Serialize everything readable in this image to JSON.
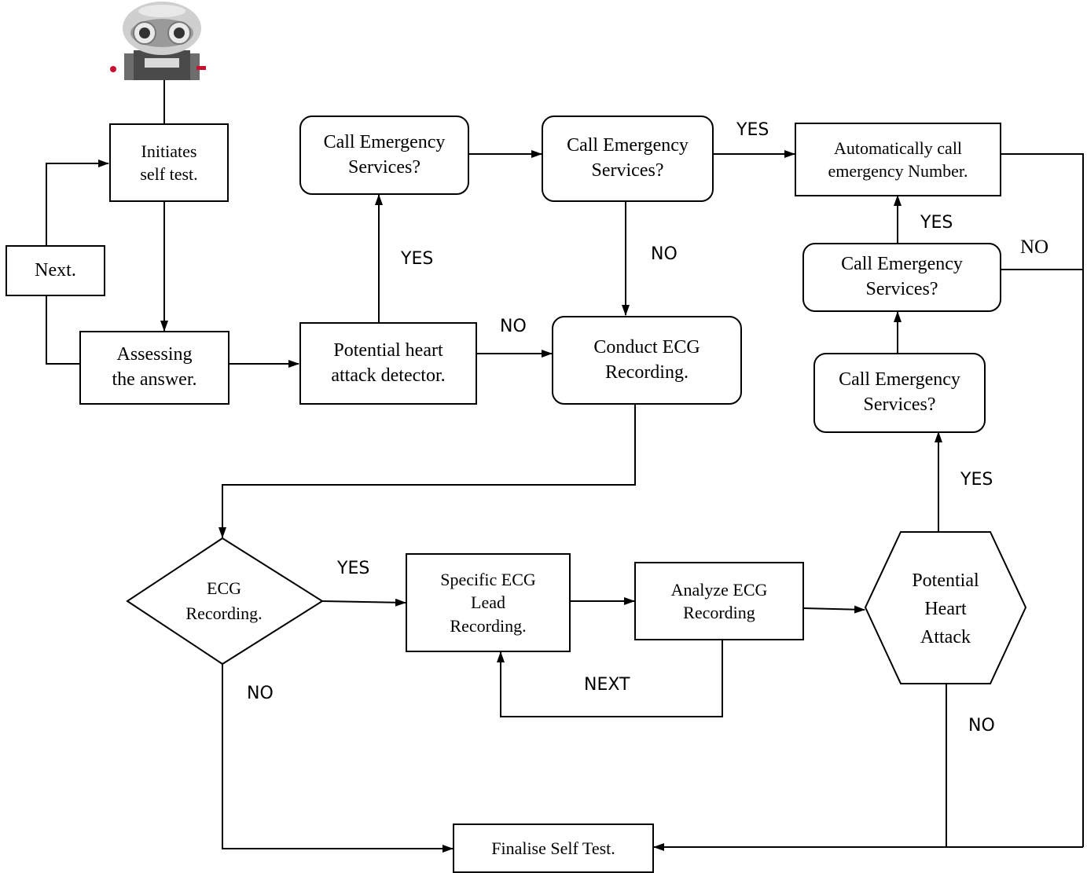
{
  "nodes": {
    "initiates": "Initiates\nself  test.",
    "next": "Next.",
    "assessing": "Assessing\nthe answer.",
    "potential_detector": "Potential heart\nattack detector.",
    "call_emergency_1": "Call Emergency\nServices?",
    "call_emergency_2": "Call Emergency\nServices?",
    "conduct_ecg": "Conduct ECG\nRecording.",
    "auto_call": "Automatically call\nemergency Number.",
    "call_emergency_3": "Call Emergency\nServices?",
    "call_emergency_4": "Call Emergency\nServices?",
    "ecg_recording": "ECG\nRecording.",
    "specific_lead": "Specific ECG\nLead\nRecording.",
    "analyze_ecg": "Analyze ECG\nRecording",
    "potential_attack": "Potential\nHeart\nAttack",
    "finalise": "Finalise Self Test."
  },
  "edge_labels": {
    "yes_detector_to_call1": "YES",
    "no_detector_to_conduct": "NO",
    "no_call2_to_conduct": "NO",
    "yes_call2_to_auto": "YES",
    "yes_call3_to_auto": "YES",
    "no_call3_to_finalise": "NO",
    "yes_ecg_to_specific": "YES",
    "no_ecg_to_finalise": "NO",
    "next_analyze_to_specific": "NEXT",
    "yes_attack_to_call4": "YES",
    "no_attack_to_finalise": "NO"
  },
  "robot": {
    "icon": "robot-avatar-icon"
  },
  "colors": {
    "stroke": "#000000",
    "background": "#ffffff"
  }
}
